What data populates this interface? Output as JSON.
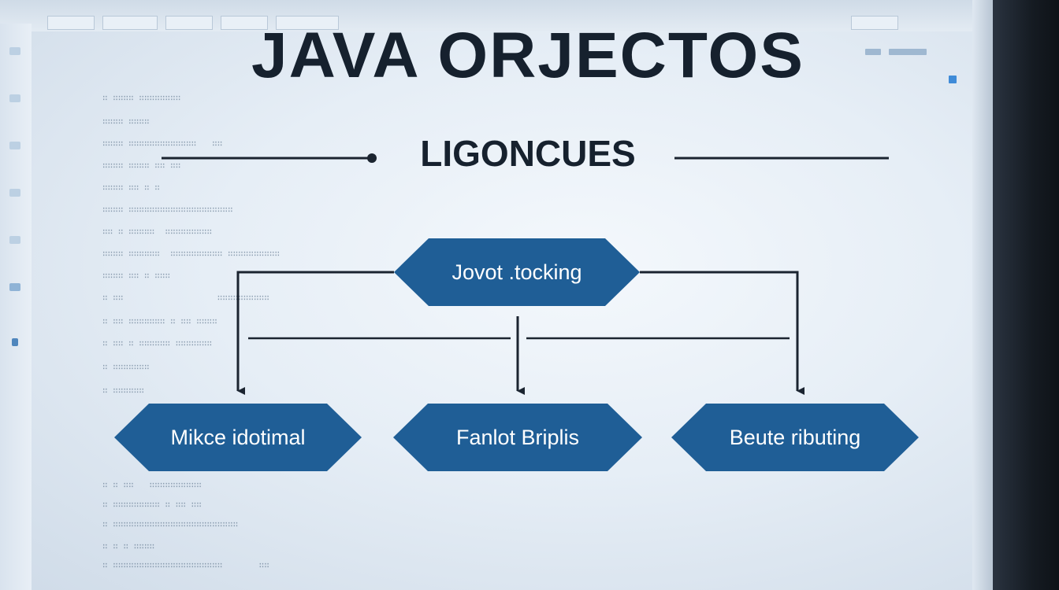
{
  "title": "JAVA ORJECTOS",
  "subtitle": "LIGONCUES",
  "nodes": {
    "top": "Jovot .tocking",
    "left": "Mikce idotimal",
    "center": "Fanlot Briplis",
    "right": "Beute ributing"
  },
  "colors": {
    "node_fill": "#1f5e96",
    "title_text": "#16212e",
    "line": "#1b2430"
  }
}
